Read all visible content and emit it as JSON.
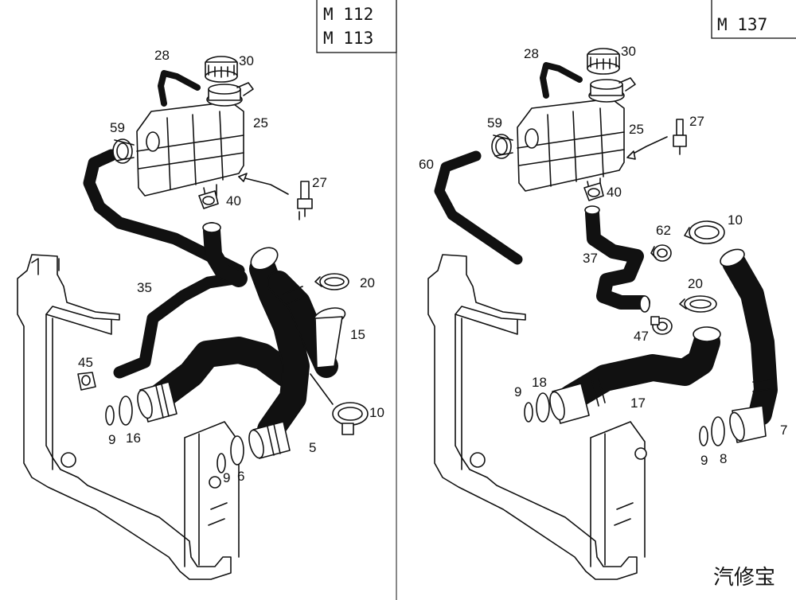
{
  "panels": [
    {
      "id": "left",
      "models": [
        "M 112",
        "M 113"
      ],
      "callouts": [
        "28",
        "30",
        "59",
        "25",
        "27",
        "40",
        "35",
        "20",
        "15",
        "45",
        "9",
        "16",
        "10",
        "9",
        "6",
        "5"
      ]
    },
    {
      "id": "right",
      "models": [
        "M 137"
      ],
      "callouts": [
        "28",
        "30",
        "59",
        "25",
        "27",
        "60",
        "40",
        "62",
        "10",
        "37",
        "20",
        "47",
        "9",
        "18",
        "17",
        "9",
        "8",
        "7"
      ]
    }
  ],
  "watermark": "汽修宝"
}
